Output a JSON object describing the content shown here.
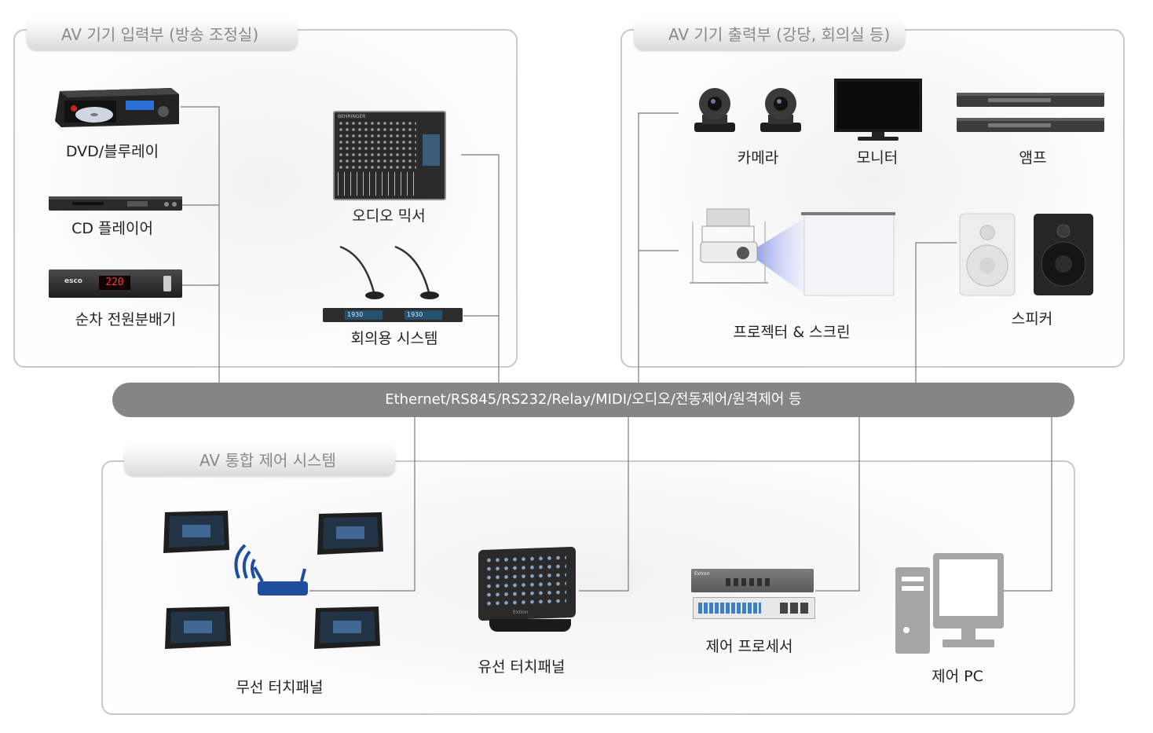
{
  "sections": {
    "input": {
      "title": "AV 기기 입력부 (방송 조정실)"
    },
    "output": {
      "title": "AV 기기 출력부 (강당, 회의실 등)"
    },
    "control": {
      "title": "AV 통합 제어 시스템"
    }
  },
  "devices": {
    "dvd": "DVD/블루레이",
    "cd": "CD 플레이어",
    "power": "순차 전원분배기",
    "mixer": "오디오 믹서",
    "conference": "회의용 시스템",
    "camera": "카메라",
    "monitor": "모니터",
    "amp": "앰프",
    "projector": "프로젝터 & 스크린",
    "speaker": "스피커",
    "wireless_panel": "무선 터치패널",
    "wired_panel": "유선 터치패널",
    "processor": "제어 프로세서",
    "pc": "제어 PC"
  },
  "bus": {
    "label": "Ethernet/RS845/RS232/Relay/MIDI/오디오/전동제어/원격제어 등"
  },
  "screen_text": {
    "power_display": "220",
    "power_brand": "esco",
    "mixer_brand": "BEHRINGER",
    "conference_display_1": "1930",
    "conference_display_2": "1930",
    "processor_brand": "Extron",
    "wired_panel_brand": "Extron"
  }
}
